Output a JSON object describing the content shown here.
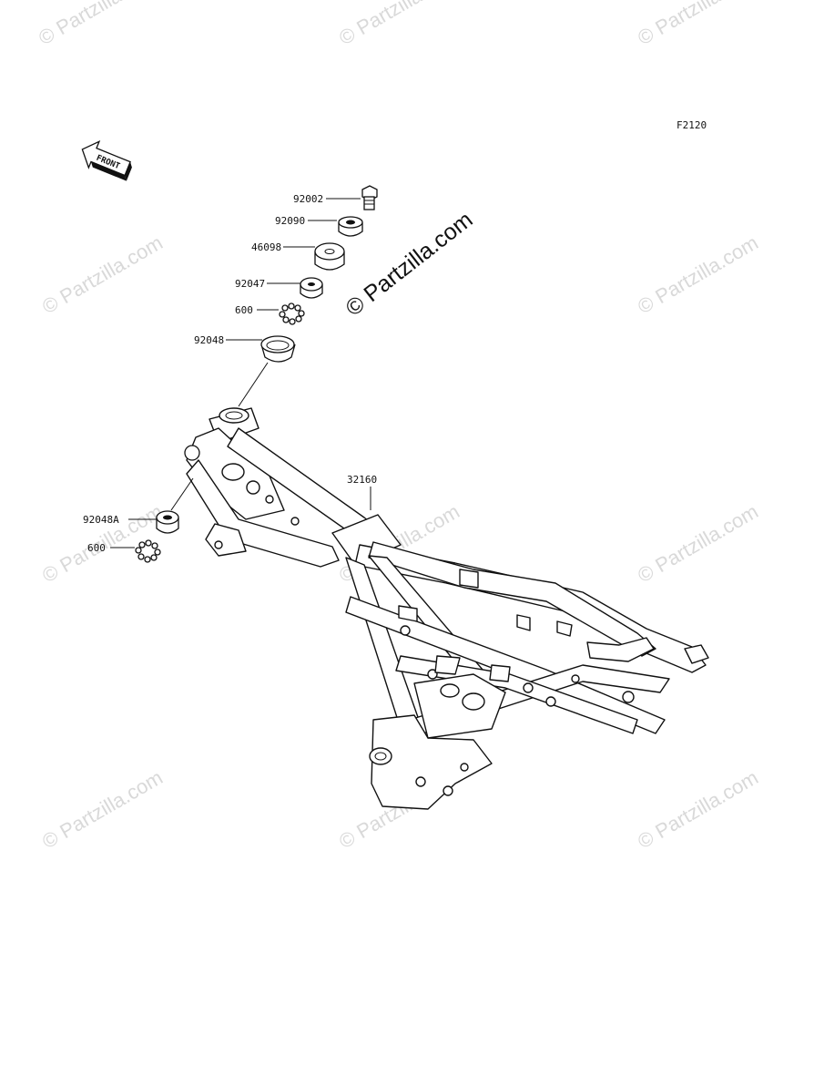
{
  "diagram_code": "F2120",
  "front_label": "FRONT",
  "watermark": "© Partzilla.com",
  "center_watermark": "© Partzilla.com",
  "parts": [
    {
      "id": "p-92002",
      "number": "92002"
    },
    {
      "id": "p-92090",
      "number": "92090"
    },
    {
      "id": "p-46098",
      "number": "46098"
    },
    {
      "id": "p-92047",
      "number": "92047"
    },
    {
      "id": "p-600a",
      "number": "600"
    },
    {
      "id": "p-92048",
      "number": "92048"
    },
    {
      "id": "p-32160",
      "number": "32160"
    },
    {
      "id": "p-92048A",
      "number": "92048A"
    },
    {
      "id": "p-600b",
      "number": "600"
    }
  ]
}
